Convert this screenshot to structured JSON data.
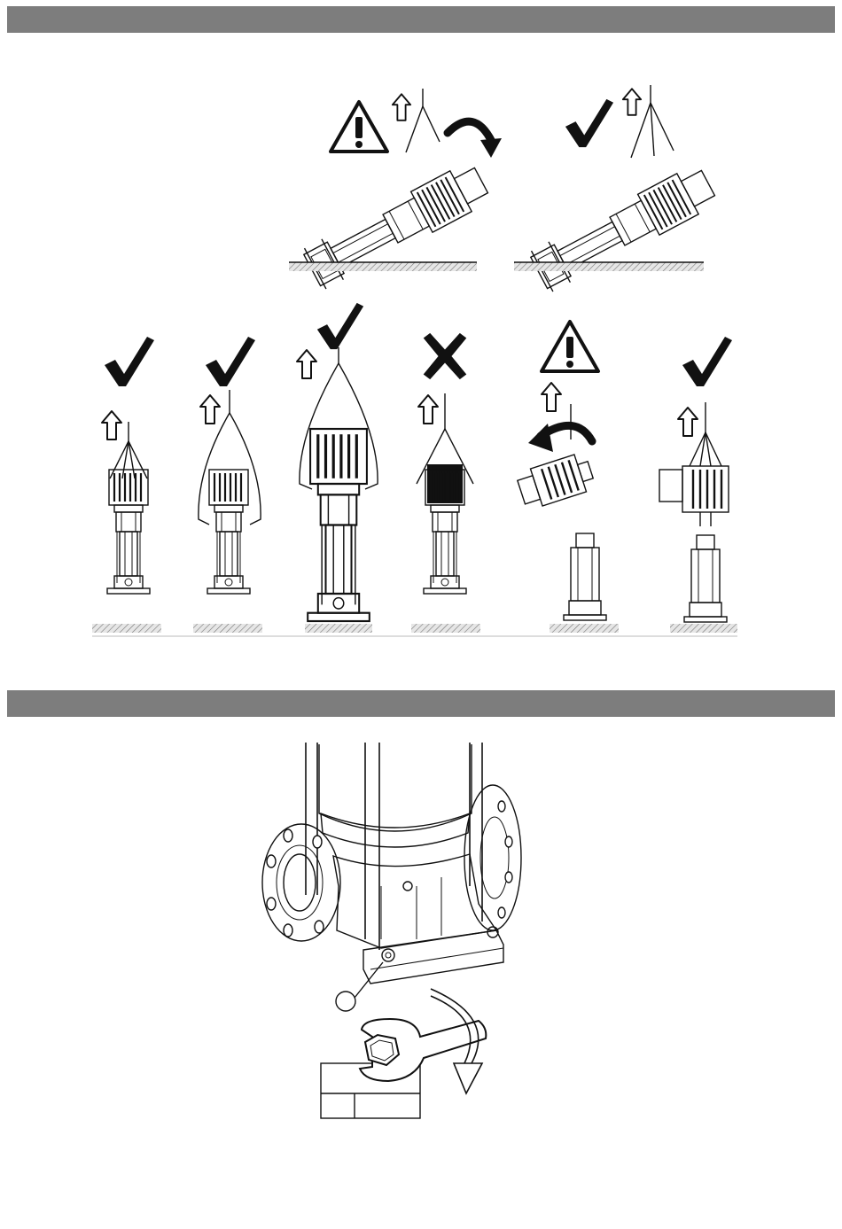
{
  "sections": [
    {
      "id": "lifting",
      "figure": "pump-lifting-instructions"
    },
    {
      "id": "anchoring",
      "figure": "base-bolt-tightening"
    }
  ],
  "symbols": {
    "ok": "check-mark-icon",
    "not_ok": "cross-mark-icon",
    "warning": "warning-triangle-icon",
    "lift": "lift-arrow-icon",
    "rotate": "rotate-arrow-icon"
  },
  "colors": {
    "header_bar": "#7d7d7d",
    "line": "#111111",
    "background": "#ffffff"
  }
}
